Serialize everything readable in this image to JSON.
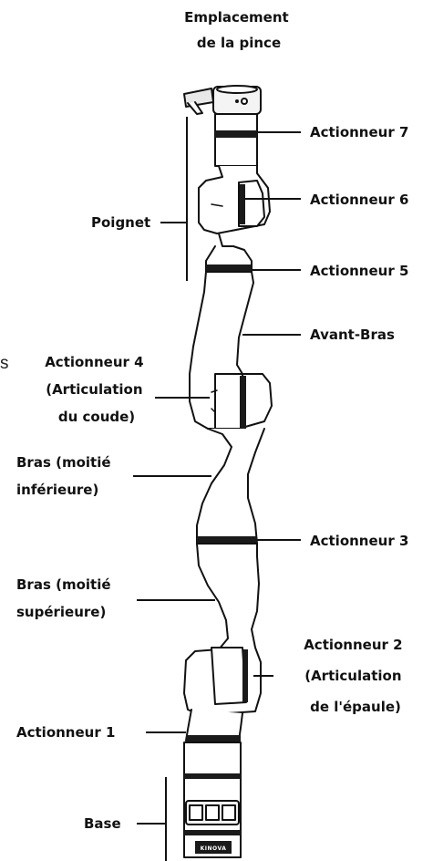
{
  "labels": {
    "gripper": [
      "Emplacement",
      "de la pince"
    ],
    "actuator7": "Actionneur 7",
    "actuator6": "Actionneur 6",
    "actuator5": "Actionneur 5",
    "wrist": "Poignet",
    "forearm": "Avant-Bras",
    "actuator4": [
      "Actionneur 4",
      "(Articulation",
      "du coude)"
    ],
    "arm_lower": [
      "Bras (moitié",
      "inférieure)"
    ],
    "actuator3": "Actionneur 3",
    "arm_upper": [
      "Bras (moitié",
      "supérieure)"
    ],
    "actuator2": [
      "Actionneur 2",
      "(Articulation",
      "de l'épaule)"
    ],
    "actuator1": "Actionneur 1",
    "base": "Base",
    "stray_letter": "s",
    "brand": "KINOVA"
  },
  "colors": {
    "outline": "#111111",
    "body_fill": "#ffffff",
    "band": "#1a1a1a",
    "text": "#111111"
  }
}
